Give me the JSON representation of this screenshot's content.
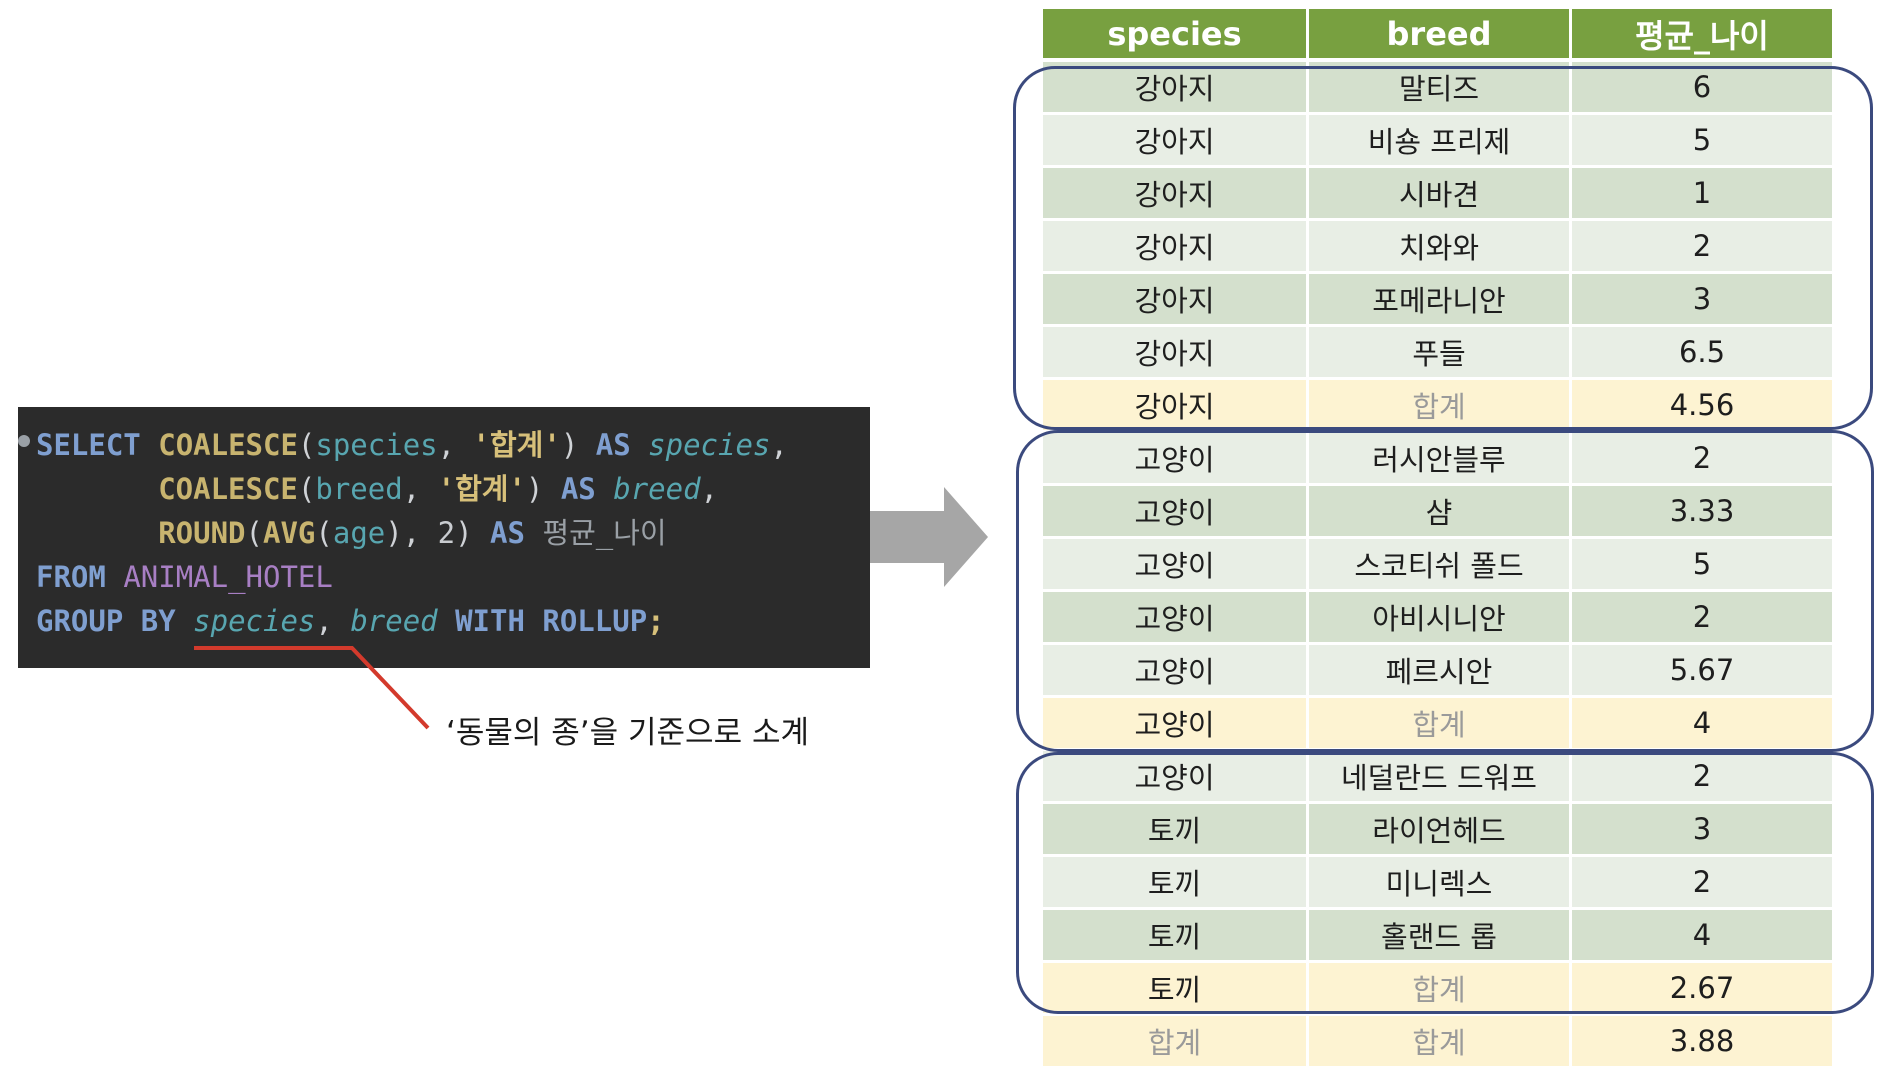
{
  "code": {
    "kw_select": "SELECT",
    "kw_as": "AS",
    "kw_from": "FROM",
    "kw_group_by": "GROUP BY",
    "kw_with_rollup": "WITH ROLLUP",
    "fn_coalesce": "COALESCE",
    "fn_round": "ROUND",
    "fn_avg": "AVG",
    "col_species": "species",
    "col_breed": "breed",
    "col_age": "age",
    "literal_total": "'합계'",
    "num_2": "2",
    "alias_avg_age": "평균_나이",
    "table_name": "ANIMAL_HOTEL"
  },
  "annotation": {
    "text": "‘동물의 종’을 기준으로 소계"
  },
  "table": {
    "headers": [
      "species",
      "breed",
      "평균_나이"
    ],
    "rows": [
      {
        "species": "강아지",
        "breed": "말티즈",
        "avg": "6",
        "kind": "odd"
      },
      {
        "species": "강아지",
        "breed": "비숑 프리제",
        "avg": "5",
        "kind": "even"
      },
      {
        "species": "강아지",
        "breed": "시바견",
        "avg": "1",
        "kind": "odd"
      },
      {
        "species": "강아지",
        "breed": "치와와",
        "avg": "2",
        "kind": "even"
      },
      {
        "species": "강아지",
        "breed": "포메라니안",
        "avg": "3",
        "kind": "odd"
      },
      {
        "species": "강아지",
        "breed": "푸들",
        "avg": "6.5",
        "kind": "even"
      },
      {
        "species": "강아지",
        "breed": "합계",
        "avg": "4.56",
        "kind": "sub"
      },
      {
        "species": "고양이",
        "breed": "러시안블루",
        "avg": "2",
        "kind": "even"
      },
      {
        "species": "고양이",
        "breed": "샴",
        "avg": "3.33",
        "kind": "odd"
      },
      {
        "species": "고양이",
        "breed": "스코티쉬 폴드",
        "avg": "5",
        "kind": "even"
      },
      {
        "species": "고양이",
        "breed": "아비시니안",
        "avg": "2",
        "kind": "odd"
      },
      {
        "species": "고양이",
        "breed": "페르시안",
        "avg": "5.67",
        "kind": "even"
      },
      {
        "species": "고양이",
        "breed": "합계",
        "avg": "4",
        "kind": "sub"
      },
      {
        "species": "고양이",
        "breed": "네덜란드 드워프",
        "avg": "2",
        "kind": "even"
      },
      {
        "species": "토끼",
        "breed": "라이언헤드",
        "avg": "3",
        "kind": "odd"
      },
      {
        "species": "토끼",
        "breed": "미니렉스",
        "avg": "2",
        "kind": "even"
      },
      {
        "species": "토끼",
        "breed": "홀랜드 롭",
        "avg": "4",
        "kind": "odd"
      },
      {
        "species": "토끼",
        "breed": "합계",
        "avg": "2.67",
        "kind": "sub"
      },
      {
        "species": "합계",
        "breed": "합계",
        "avg": "3.88",
        "kind": "sub"
      }
    ]
  },
  "colors": {
    "header_green": "#78a040",
    "group_outline": "#3b4a7e",
    "annotation_red": "#d33a2c",
    "arrow_gray": "#a6a6a6"
  }
}
